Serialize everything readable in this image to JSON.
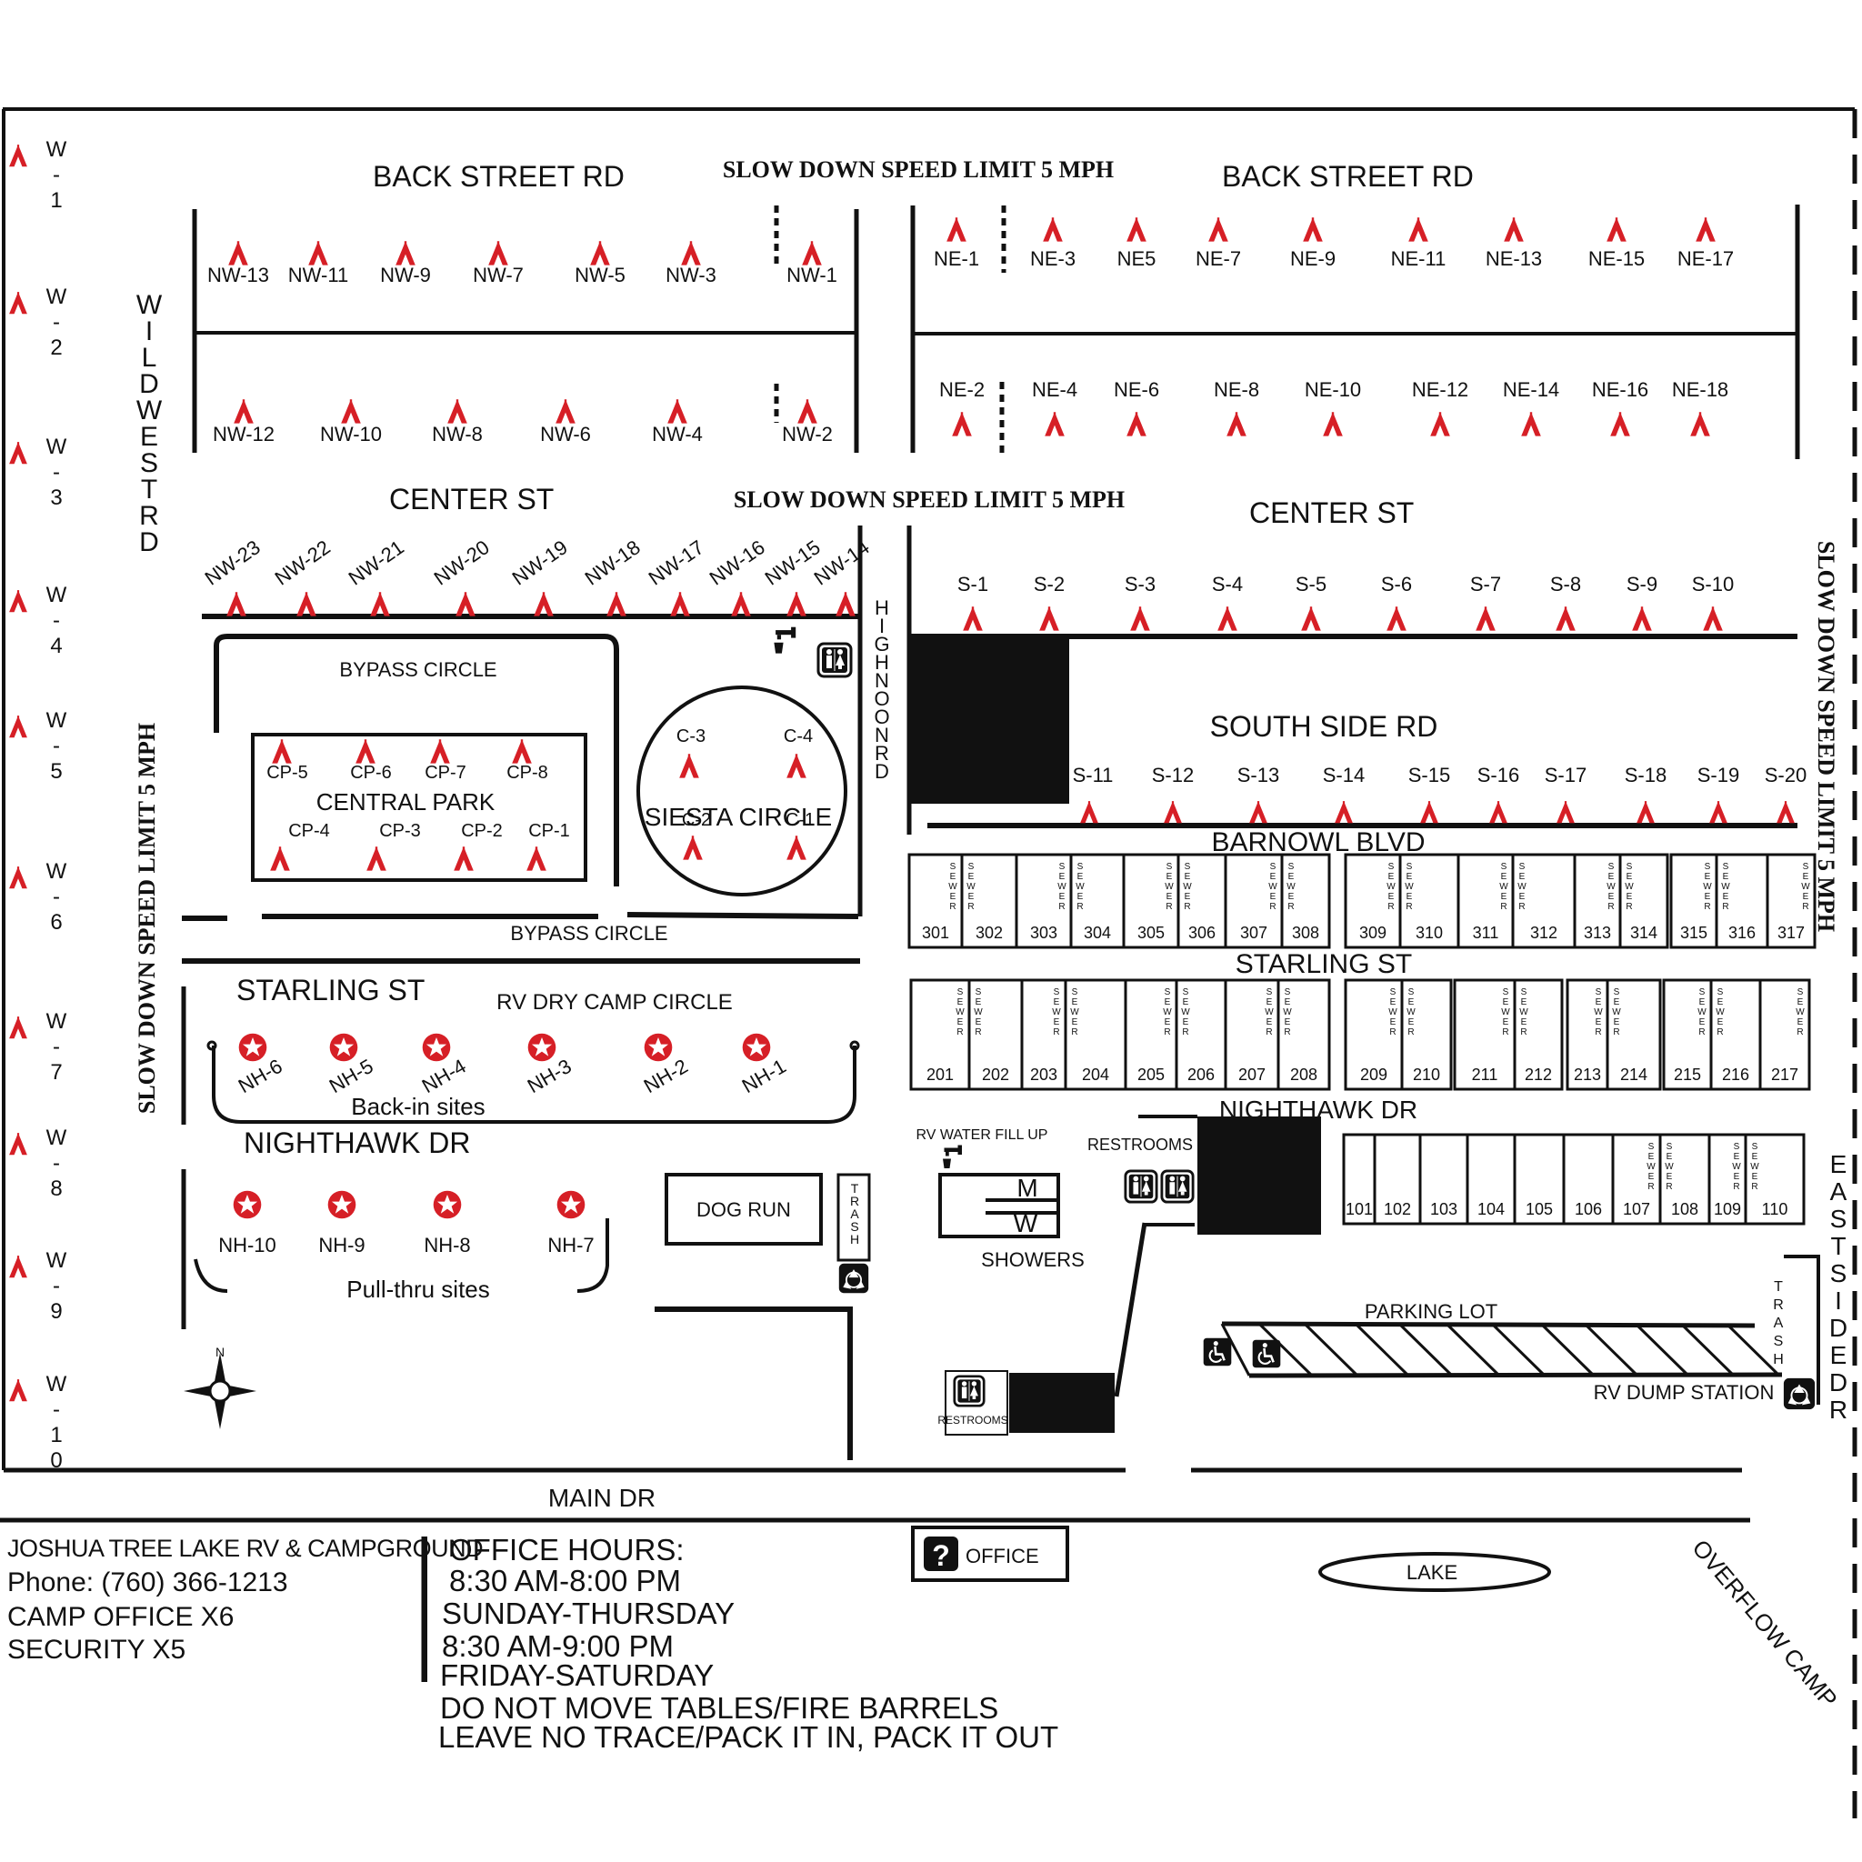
{
  "colors": {
    "tent": "#d61f26",
    "ink": "#111111"
  },
  "streets": {
    "back_street": "BACK  STREET  RD",
    "center_st": "CENTER   ST",
    "wild_west_rd": "WILD WEST RD",
    "high_noon_rd": "HIGHNOON RD",
    "bypass_circle": "BYPASS CIRCLE",
    "south_side_rd": "SOUTH SIDE RD",
    "barnowl_blvd": "BARNOWL BLVD",
    "starling_st": "STARLING ST",
    "nighthawk_dr": "NIGHTHAWK DR",
    "main_dr": "MAIN DR",
    "east_side_dr": "EAST SIDE DR",
    "overflow_camp": "OVERFLOW CAMP"
  },
  "speed_limit": "SLOW DOWN SPEED LIMIT 5 MPH",
  "areas": {
    "central_park": "CENTRAL PARK",
    "siesta_circle": "SIESTA CIRCLE",
    "rv_dry_camp_circle": "RV DRY CAMP CIRCLE",
    "back_in_sites": "Back-in sites",
    "pull_thru_sites": "Pull-thru sites",
    "dog_run": "DOG RUN",
    "trash": "TRASH",
    "rv_water_fill_up": "RV WATER FILL UP",
    "restrooms": "RESTROOMS",
    "showers": "SHOWERS",
    "showers_m": "M",
    "showers_w": "W",
    "parking_lot": "PARKING LOT",
    "rv_dump_station": "RV DUMP STATION",
    "office": "OFFICE",
    "lake": "LAKE",
    "compass_n": "N"
  },
  "sites": {
    "west": [
      "W-1",
      "W-2",
      "W-3",
      "W-4",
      "W-5",
      "W-6",
      "W-7",
      "W-8",
      "W-9",
      "W-10"
    ],
    "nw_top": [
      "NW-13",
      "NW-11",
      "NW-9",
      "NW-7",
      "NW-5",
      "NW-3",
      "NW-1"
    ],
    "nw_bottom": [
      "NW-12",
      "NW-10",
      "NW-8",
      "NW-6",
      "NW-4",
      "NW-2"
    ],
    "ne_top": [
      "NE-1",
      "NE-3",
      "NE5",
      "NE-7",
      "NE-9",
      "NE-11",
      "NE-13",
      "NE-15",
      "NE-17"
    ],
    "ne_bottom": [
      "NE-2",
      "NE-4",
      "NE-6",
      "NE-8",
      "NE-10",
      "NE-12",
      "NE-14",
      "NE-16",
      "NE-18"
    ],
    "nw_center": [
      "NW-23",
      "NW-22",
      "NW-21",
      "NW-20",
      "NW-19",
      "NW-18",
      "NW-17",
      "NW-16",
      "NW-15",
      "NW-14"
    ],
    "s_top": [
      "S-1",
      "S-2",
      "S-3",
      "S-4",
      "S-5",
      "S-6",
      "S-7",
      "S-8",
      "S-9",
      "S-10"
    ],
    "s_bottom": [
      "S-11",
      "S-12",
      "S-13",
      "S-14",
      "S-15",
      "S-16",
      "S-17",
      "S-18",
      "S-19",
      "S-20"
    ],
    "cp_top": [
      "CP-5",
      "CP-6",
      "CP-7",
      "CP-8"
    ],
    "cp_bottom": [
      "CP-4",
      "CP-3",
      "CP-2",
      "CP-1"
    ],
    "siesta": [
      "C-3",
      "C-4",
      "C-2",
      "C-1"
    ],
    "nh_back_in": [
      "NH-6",
      "NH-5",
      "NH-4",
      "NH-3",
      "NH-2",
      "NH-1"
    ],
    "nh_pull_thru": [
      "NH-10",
      "NH-9",
      "NH-8",
      "NH-7"
    ],
    "rv_300": [
      "301",
      "302",
      "303",
      "304",
      "305",
      "306",
      "307",
      "308",
      "309",
      "310",
      "311",
      "312",
      "313",
      "314",
      "315",
      "316",
      "317"
    ],
    "rv_200": [
      "201",
      "202",
      "203",
      "204",
      "205",
      "206",
      "207",
      "208",
      "209",
      "210",
      "211",
      "212",
      "213",
      "214",
      "215",
      "216",
      "217"
    ],
    "rv_100": [
      "101",
      "102",
      "103",
      "104",
      "105",
      "106",
      "107",
      "108",
      "109",
      "110"
    ],
    "sewer": "SEWER"
  },
  "info": {
    "name": "JOSHUA TREE LAKE RV & CAMPGROUND",
    "phone": "Phone: (760) 366-1213",
    "camp_office": "CAMP OFFICE X6",
    "security": "SECURITY X5",
    "office_hours_title": "OFFICE HOURS:",
    "hours_1": "8:30 AM-8:00 PM",
    "days_1": "SUNDAY-THURSDAY",
    "hours_2": "8:30 AM-9:00 PM",
    "days_2": "FRIDAY-SATURDAY",
    "rule_1": "DO NOT MOVE TABLES/FIRE BARRELS",
    "rule_2": "LEAVE NO TRACE/PACK IT IN, PACK IT OUT"
  }
}
